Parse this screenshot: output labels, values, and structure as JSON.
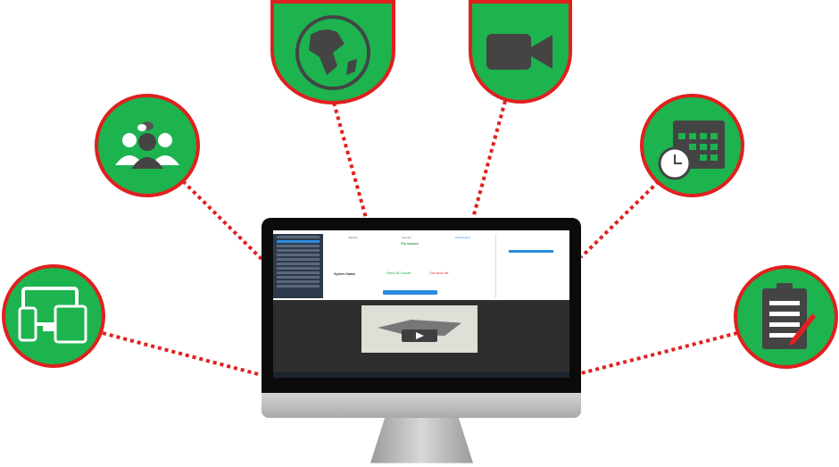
{
  "icons": [
    {
      "name": "devices-icon"
    },
    {
      "name": "people-chat-icon"
    },
    {
      "name": "globe-icon"
    },
    {
      "name": "video-camera-icon"
    },
    {
      "name": "calendar-clock-icon"
    },
    {
      "name": "clipboard-checklist-icon"
    }
  ],
  "screen": {
    "tabs": [
      "Backup",
      "Security",
      "Performance"
    ],
    "title": "Fix Issues",
    "status_label": "System Status",
    "fixed_text": "Fixed: 567 Issues",
    "left_text": "One issue left"
  },
  "colors": {
    "circle_fill": "#1db34f",
    "circle_border": "#e0201e",
    "connector": "#e0201e"
  }
}
